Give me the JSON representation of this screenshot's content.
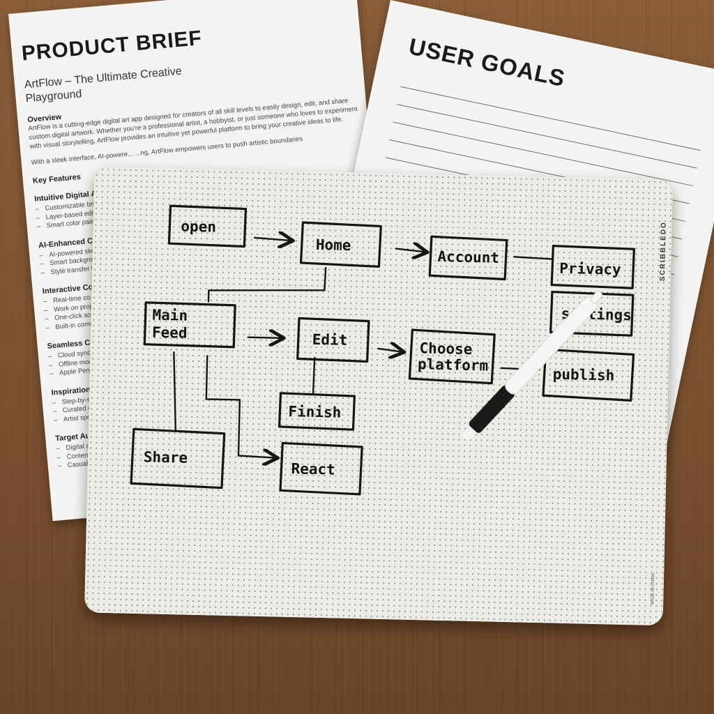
{
  "product_brief": {
    "title": "PRODUCT BRIEF",
    "subtitle": "ArtFlow – The Ultimate Creative Playground",
    "overview_heading": "Overview",
    "overview_text": "ArtFlow is a cutting-edge digital art app designed for creators of all skill levels to easily design, edit, and share custom digital artwork. Whether you're a professional artist, a hobbyist, or just someone who loves to experiment with visual storytelling, ArtFlow provides an intuitive yet powerful platform to bring your creative ideas to life.",
    "overview_text_2": "With a sleek interface, AI-powere... ...ng, ArtFlow empowers users to push artistic boundaries",
    "features_heading": "Key Features",
    "sections": [
      {
        "heading": "Intuitive Digital Art To",
        "items": [
          "Customizable brushes, pe",
          "Layer-based editing with",
          "Smart color palettes wit"
        ]
      },
      {
        "heading": "AI-Enhanced Creati",
        "items": [
          "AI-powered sketch ass",
          "Smart background re",
          "Style transfer to app"
        ]
      },
      {
        "heading": "Interactive Collab",
        "items": [
          "Real-time co-creat",
          "Work on projects w",
          "One-click social m",
          "Built-in commun"
        ]
      },
      {
        "heading": "Seamless Cr",
        "items": [
          "Cloud sync bet",
          "Offline mode f",
          "Apple Pencil &"
        ]
      },
      {
        "heading": "Inspiration &",
        "items": [
          "Step-by-ste",
          "Curated ch",
          "Artist spot"
        ]
      },
      {
        "heading": "Target Au",
        "items": [
          "Digital a",
          "Content",
          "Casual"
        ]
      }
    ]
  },
  "user_goals": {
    "title": "USER GOALS"
  },
  "whiteboard": {
    "brand": "SCRIBBLEDO",
    "made_in": "MADE IN CHINA",
    "nodes": {
      "open": "open",
      "home": "Home",
      "account": "Account",
      "privacy": "Privacy",
      "settings": "settings",
      "main_feed_1": "Main",
      "main_feed_2": "Feed",
      "edit": "Edit",
      "choose_platform_1": "Choose",
      "choose_platform_2": "platform",
      "publish": "publish",
      "finish": "Finish",
      "share": "Share",
      "react": "React"
    }
  },
  "colors": {
    "ink": "#151515",
    "paper": "#f4f4f2",
    "board": "#ecebe5",
    "table": "#7a5030"
  }
}
